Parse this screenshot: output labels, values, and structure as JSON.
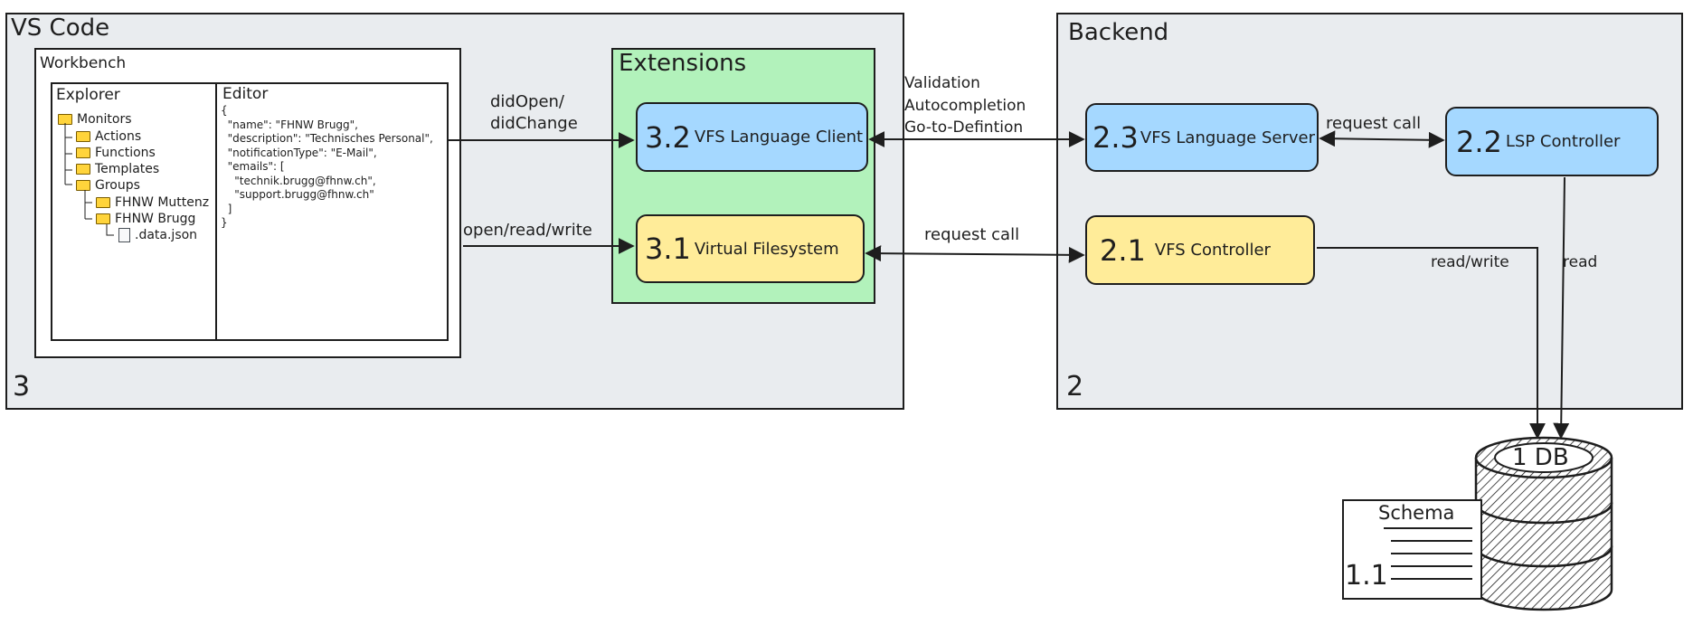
{
  "vscode": {
    "title": "VS Code",
    "number": "3",
    "workbench": {
      "title": "Workbench",
      "explorer": {
        "title": "Explorer",
        "items": [
          {
            "label": "Monitors",
            "kind": "folder"
          },
          {
            "label": "Actions",
            "kind": "folder"
          },
          {
            "label": "Functions",
            "kind": "folder"
          },
          {
            "label": "Templates",
            "kind": "folder"
          },
          {
            "label": "Groups",
            "kind": "folder"
          },
          {
            "label": "FHNW Muttenz",
            "kind": "folder"
          },
          {
            "label": "FHNW Brugg",
            "kind": "folder"
          },
          {
            "label": ".data.json",
            "kind": "file"
          }
        ]
      },
      "editor": {
        "title": "Editor",
        "lines": [
          "{",
          "  \"name\": \"FHNW Brugg\",",
          "  \"description\": \"Technisches Personal\",",
          "  \"notificationType\": \"E-Mail\",",
          "  \"emails\": [",
          "    \"technik.brugg@fhnw.ch\",",
          "    \"support.brugg@fhnw.ch\"",
          "  ]",
          "}"
        ]
      }
    },
    "extensions": {
      "title": "Extensions",
      "client": {
        "number": "3.2",
        "label": "VFS Language Client"
      },
      "filesystem": {
        "number": "3.1",
        "label": "Virtual Filesystem"
      }
    }
  },
  "backend": {
    "title": "Backend",
    "number": "2",
    "language_server": {
      "number": "2.3",
      "label": "VFS Language Server"
    },
    "lsp_controller": {
      "number": "2.2",
      "label": "LSP Controller"
    },
    "vfs_controller": {
      "number": "2.1",
      "label": "VFS Controller"
    }
  },
  "database": {
    "label": "1 DB"
  },
  "schema": {
    "title": "Schema",
    "number": "1.1"
  },
  "edges": {
    "did_open": "didOpen/",
    "did_change": "didChange",
    "open_read_write": "open/read/write",
    "validation": "Validation",
    "autocompletion": "Autocompletion",
    "go_to_definition": "Go-to-Defintion",
    "request_call_top": "request call",
    "request_call_bottom": "request call",
    "read_write": "read/write",
    "read": "read"
  },
  "colors": {
    "region_bg": "#e9ecef",
    "extensions_bg": "#b2f2bb",
    "node_blue": "#a5d8ff",
    "node_yellow": "#ffec99",
    "stroke": "#1e1e1e"
  }
}
